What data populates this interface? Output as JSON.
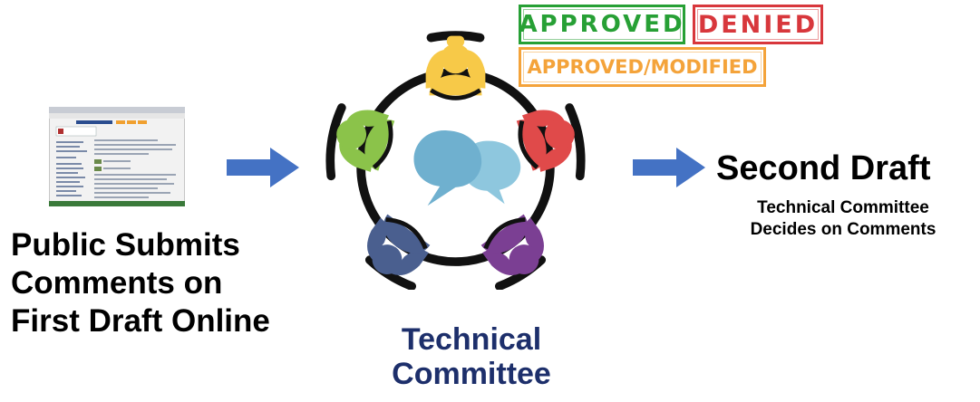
{
  "left": {
    "lines": [
      "Public Submits",
      "Comments on",
      "First Draft Online"
    ]
  },
  "center": {
    "title_lines": [
      "Technical",
      "Committee"
    ]
  },
  "stamps": {
    "approved": "APPROVED",
    "denied": "DENIED",
    "approved_modified": "APPROVED/MODIFIED"
  },
  "right": {
    "title": "Second Draft",
    "sub_lines": [
      "Technical Committee",
      "Decides on Comments"
    ]
  },
  "colors": {
    "arrow": "#4472c4",
    "title_navy": "#1d2f6b",
    "person_yellow": "#f7c948",
    "person_red": "#e04a4a",
    "person_purple": "#7b3f93",
    "person_blue": "#4a5f8f",
    "person_green": "#8bc34a",
    "bubble": "#78b8d4",
    "stamp_green": "#27a035",
    "stamp_red": "#d8373c",
    "stamp_orange": "#f4a33a"
  }
}
